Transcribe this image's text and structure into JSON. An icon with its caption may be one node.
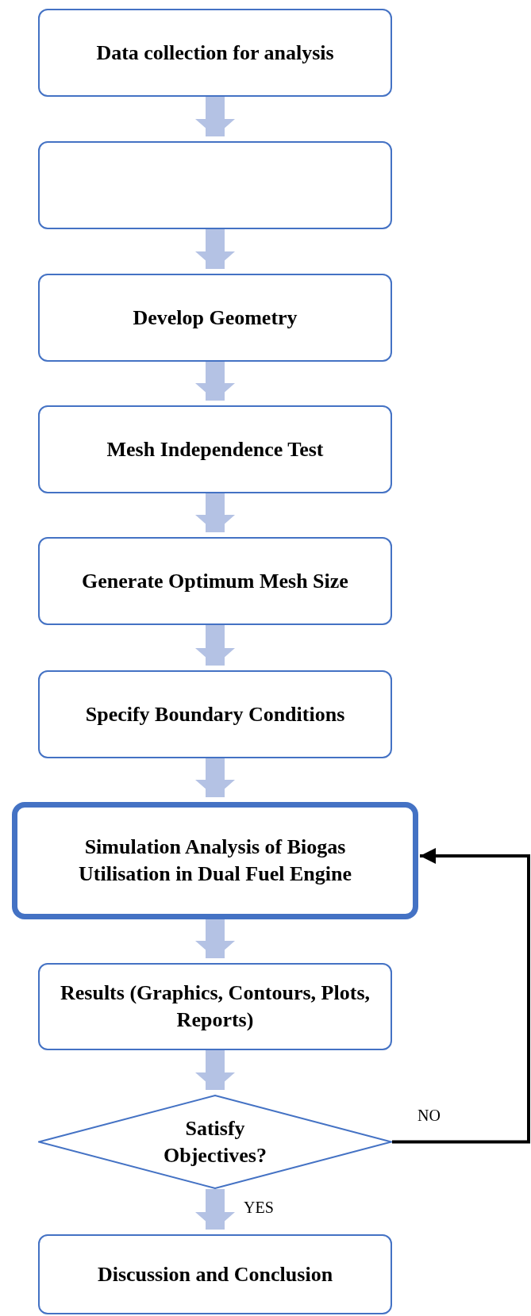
{
  "diagram": {
    "nodes": [
      {
        "text": [
          "Data collection for analysis"
        ]
      },
      {
        "text": [],
        "shape": "box"
      },
      {
        "text": [
          "Develop Geometry"
        ]
      },
      {
        "text": [
          "Mesh Independence Test"
        ]
      },
      {
        "text": [
          "Generate Optimum Mesh Size"
        ]
      },
      {
        "text": [
          "Specify Boundary Conditions"
        ]
      },
      {
        "text": [
          "Simulation Analysis of Biogas Utilisation in Dual Fuel Engine"
        ]
      },
      {
        "text": [
          "Results (Graphics, Contours, Plots, Reports)"
        ]
      },
      {
        "text": [
          "Satisfy Objectives?"
        ]
      },
      {
        "text": [
          "Discussion and Conclusion"
        ]
      }
    ],
    "edges": [
      {
        "from": 0,
        "to": 1,
        "arrow": "to"
      },
      {
        "from": 1,
        "to": 2,
        "arrow": "to"
      },
      {
        "from": 2,
        "to": 3,
        "arrow": "to"
      },
      {
        "from": 3,
        "to": 4,
        "arrow": "to"
      },
      {
        "from": 4,
        "to": 5,
        "arrow": "to"
      },
      {
        "from": 5,
        "to": 6,
        "arrow": "to"
      },
      {
        "from": 6,
        "to": 7,
        "arrow": "to"
      },
      {
        "from": 7,
        "to": 8,
        "arrow": "to"
      },
      {
        "from": 8,
        "to": 9,
        "arrow": "to",
        "label": "YES"
      },
      {
        "from": 8,
        "to": 6,
        "arrow": "to",
        "label": "NO",
        "color": "#000000"
      }
    ]
  }
}
